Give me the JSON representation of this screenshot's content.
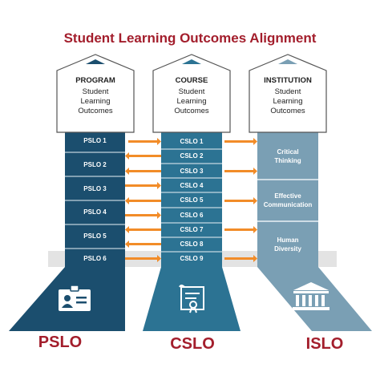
{
  "title": "Student Learning Outcomes Alignment",
  "headers": [
    {
      "top": "PROGRAM",
      "lines": [
        "Student",
        "Learning",
        "Outcomes"
      ]
    },
    {
      "top": "COURSE",
      "lines": [
        "Student",
        "Learning",
        "Outcomes"
      ]
    },
    {
      "top": "INSTITUTION",
      "lines": [
        "Student",
        "Learning",
        "Outcomes"
      ]
    }
  ],
  "pslo": [
    "PSLO 1",
    "PSLO 2",
    "PSLO 3",
    "PSLO 4",
    "PSLO 5",
    "PSLO 6"
  ],
  "cslo": [
    "CSLO 1",
    "CSLO 2",
    "CSLO 3",
    "CSLO 4",
    "CSLO 5",
    "CSLO 6",
    "CSLO 7",
    "CSLO 8",
    "CSLO 9"
  ],
  "islo": [
    {
      "l1": "Critical",
      "l2": "Thinking"
    },
    {
      "l1": "Effective",
      "l2": "Communication"
    },
    {
      "l1": "Human",
      "l2": "Diversity"
    }
  ],
  "bottom": [
    "PSLO",
    "CSLO",
    "ISLO"
  ],
  "colors": {
    "title": "#a31e2c",
    "col1": "#1b4e6e",
    "col2": "#2c7393",
    "col3": "#7a9fb4",
    "arrow": "#f28c28"
  }
}
